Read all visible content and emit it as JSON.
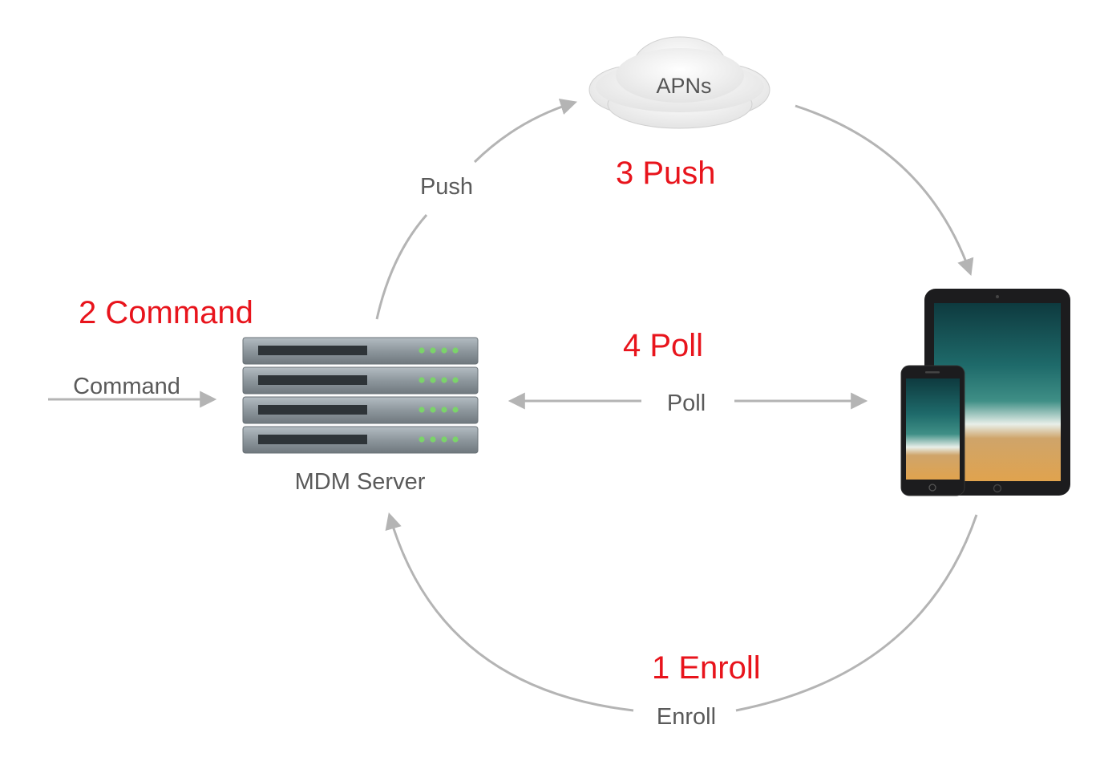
{
  "nodes": {
    "apns": {
      "label": "APNs"
    },
    "mdm_server": {
      "label": "MDM Server"
    },
    "devices": {
      "label": ""
    }
  },
  "edges": {
    "command": {
      "label": "Command"
    },
    "push": {
      "label": "Push"
    },
    "poll": {
      "label": "Poll"
    },
    "enroll": {
      "label": "Enroll"
    }
  },
  "steps": {
    "step1": "1 Enroll",
    "step2": "2 Command",
    "step3": "3 Push",
    "step4": "4 Poll"
  },
  "colors": {
    "step_label": "#e8141c",
    "arrow": "#b4b4b4",
    "label_text": "#5a5a5a",
    "server_body": "#8e979d",
    "server_led": "#7bd36a",
    "device_frame": "#1c1c1e"
  }
}
